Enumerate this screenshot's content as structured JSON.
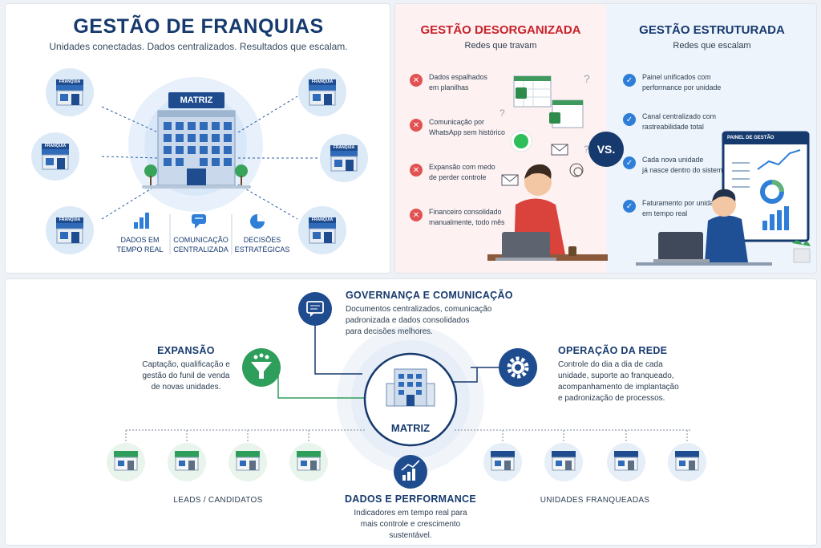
{
  "franchise": {
    "title": "GESTÃO DE FRANQUIAS",
    "subtitle": "Unidades conectadas. Dados centralizados. Resultados que escalam.",
    "hq_label": "MATRIZ",
    "store_sign": "FRANQUIA",
    "features": [
      {
        "line1": "DADOS EM",
        "line2": "TEMPO REAL",
        "icon": "bar-chart-icon"
      },
      {
        "line1": "COMUNICAÇÃO",
        "line2": "CENTRALIZADA",
        "icon": "chat-icon"
      },
      {
        "line1": "DECISÕES",
        "line2": "ESTRATÉGICAS",
        "icon": "pie-chart-icon"
      }
    ]
  },
  "comparison": {
    "left_title": "GESTÃO DESORGANIZADA",
    "left_subtitle": "Redes que travam",
    "left_items": [
      {
        "l1": "Dados espalhados",
        "l2": "em planilhas"
      },
      {
        "l1": "Comunicação por",
        "l2": "WhatsApp sem histórico"
      },
      {
        "l1": "Expansão com medo",
        "l2": "de perder controle"
      },
      {
        "l1": "Financeiro consolidado",
        "l2": "manualmente, todo mês"
      }
    ],
    "vs": "VS.",
    "right_title": "GESTÃO ESTRUTURADA",
    "right_subtitle": "Redes que escalam",
    "right_items": [
      {
        "l1": "Painel unificados com",
        "l2": "performance por unidade"
      },
      {
        "l1": "Canal centralizado com",
        "l2": "rastreabilidade total"
      },
      {
        "l1": "Cada nova unidade",
        "l2": "já nasce dentro do sistema"
      },
      {
        "l1": "Faturamento por unidade",
        "l2": "em tempo real"
      }
    ],
    "dashboard_title": "PAINEL DE GESTÃO"
  },
  "model": {
    "center_label": "MATRIZ",
    "governance": {
      "title": "GOVERNANÇA E COMUNICAÇÃO",
      "l1": "Documentos centralizados, comunicação",
      "l2": "padronizada e dados consolidados",
      "l3": "para decisões melhores."
    },
    "expansion": {
      "title": "EXPANSÃO",
      "l1": "Captação, qualificação e",
      "l2": "gestão do funil de venda",
      "l3": "de novas unidades."
    },
    "operation": {
      "title": "OPERAÇÃO DA REDE",
      "l1": "Controle do dia a dia de cada",
      "l2": "unidade, suporte ao franqueado,",
      "l3": "acompanhamento de implantação",
      "l4": "e padronização de processos."
    },
    "performance": {
      "title": "DADOS E PERFORMANCE",
      "l1": "Indicadores em tempo real para",
      "l2": "mais controle e crescimento",
      "l3": "sustentável."
    },
    "leads_label": "LEADS / CANDIDATOS",
    "units_label": "UNIDADES FRANQUEADAS"
  },
  "colors": {
    "navy": "#163a6e",
    "blue": "#2f7fd8",
    "green": "#2e9e5b",
    "red": "#c8222c"
  }
}
